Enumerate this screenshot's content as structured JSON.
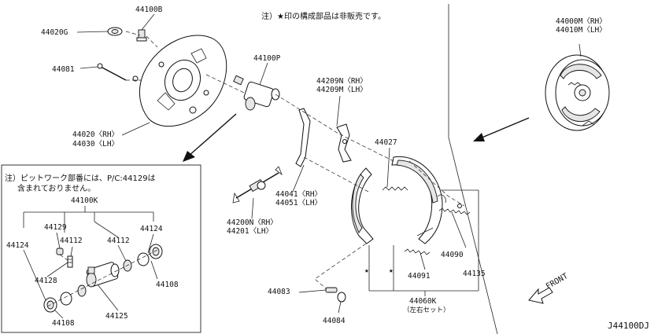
{
  "notes": {
    "top": "注）★印の構成部品は非販売です。",
    "box_line1": "注）ピットワーク部番には、P/C:44129は",
    "box_line2": "含まれておりません。"
  },
  "labels": {
    "p44100B": "44100B",
    "p44020G": "44020G",
    "p44081": "44081",
    "p44100P": "44100P",
    "p44020_rh": "44020〈RH〉",
    "p44030_lh": "44030〈LH〉",
    "p44209N": "44209N〈RH〉",
    "p44209M": "44209M〈LH〉",
    "p44027": "44027",
    "p44041": "44041〈RH〉",
    "p44051": "44051〈LH〉",
    "p44200N": "44200N〈RH〉",
    "p44201": "44201〈LH〉",
    "p44000M": "44000M〈RH〉",
    "p44010M": "44010M〈LH〉",
    "p44090": "44090",
    "p44135": "44135",
    "p44091": "44091",
    "p44083": "44083",
    "p44084": "44084",
    "p44060K": "44060K",
    "p44060K_sub": "（左右セット）",
    "p44100K": "44100K",
    "p44129": "44129",
    "p44112a": "44112",
    "p44112b": "44112",
    "p44124a": "44124",
    "p44124b": "44124",
    "p44128": "44128",
    "p44108a": "44108",
    "p44108b": "44108",
    "p44125": "44125",
    "front": "FRONT",
    "diagram_code": "J44100DJ"
  },
  "markers": {
    "star": "★"
  },
  "icons": [
    "front-arrow-icon",
    "star-marker-icon"
  ]
}
